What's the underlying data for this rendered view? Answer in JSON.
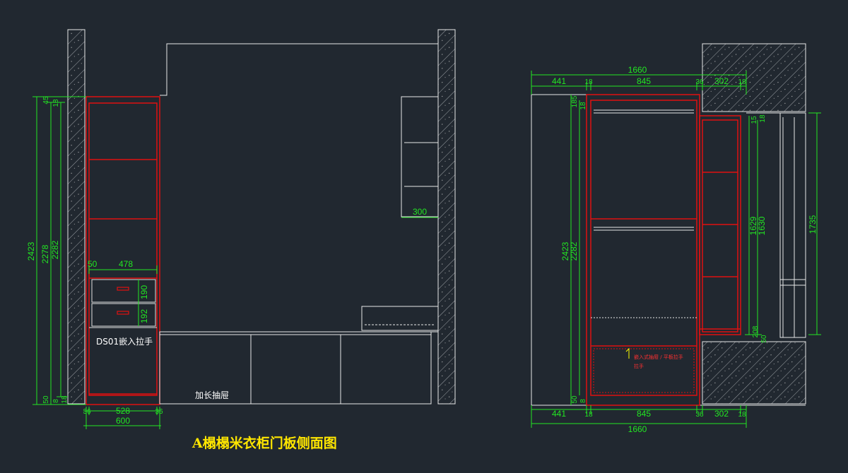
{
  "title": "A榻榻米衣柜门板侧面图",
  "colors": {
    "background": "#212830",
    "outline": "#e8e8e8",
    "cabinet": "#e01010",
    "dimension": "#22e622",
    "title": "#ffe600",
    "note": "#ff3030"
  },
  "left_view": {
    "dims": {
      "total_height": "2423",
      "height_2": "2278",
      "height_3": "2282",
      "top_45": "45",
      "top_18": "18",
      "bottom_50": "50",
      "bottom_8": "8",
      "bottom_18": "18",
      "drawer_offset": "50",
      "drawer_width": "478",
      "drawer_1_height": "190",
      "drawer_2_height": "192",
      "shelf_depth": "300",
      "side_left": "36",
      "inner_width": "528",
      "side_right": "36",
      "total_width": "600"
    },
    "labels": {
      "handle_note": "DS01嵌入拉手",
      "drawer_note": "加长抽屉"
    }
  },
  "right_view": {
    "dims": {
      "top_total": "1660",
      "top_441": "441",
      "top_18a": "18",
      "top_845": "845",
      "top_36": "36",
      "top_302": "302",
      "top_18b": "18",
      "bot_441": "441",
      "bot_18a": "18",
      "bot_845": "845",
      "bot_36": "36",
      "bot_302": "302",
      "bot_18b": "18",
      "bot_total": "1660",
      "height_total": "2423",
      "height_2": "2282",
      "top_185": "185",
      "top_18v": "18",
      "bottom_50": "50",
      "bottom_8": "8",
      "side_1629": "1629",
      "side_1630": "1630",
      "side_1735": "1735",
      "side_15": "15",
      "side_18": "18",
      "foot_208": "208",
      "foot_50": "50"
    },
    "labels": {
      "note_line1": "嵌入式抽屉 / 平板拉手",
      "note_line2": "拉手"
    }
  }
}
